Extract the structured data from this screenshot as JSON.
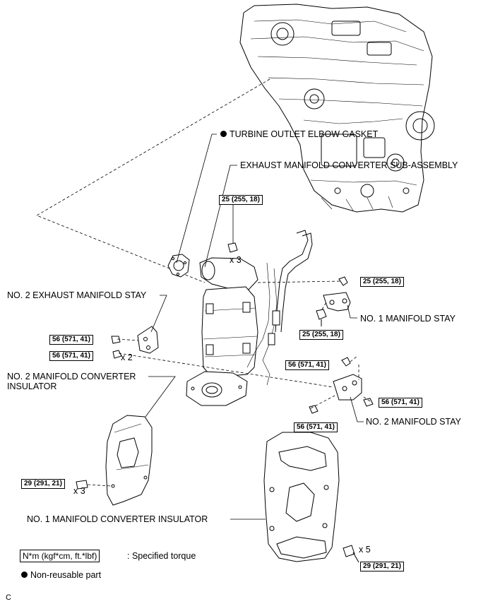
{
  "labels": {
    "turbine_gasket": "TURBINE OUTLET ELBOW GASKET",
    "exhaust_converter": "EXHAUST MANIFOLD CONVERTER SUB-ASSEMBLY",
    "no2_exhaust_stay": "NO. 2 EXHAUST MANIFOLD STAY",
    "no1_stay": "NO. 1 MANIFOLD STAY",
    "no2_insulator_line1": "NO. 2 MANIFOLD CONVERTER",
    "no2_insulator_line2": "INSULATOR",
    "no2_stay": "NO. 2 MANIFOLD STAY",
    "no1_insulator": "NO. 1 MANIFOLD CONVERTER INSULATOR"
  },
  "torques": {
    "t25_a": "25 (255, 18)",
    "t25_b": "25 (255, 18)",
    "t25_c": "25 (255, 18)",
    "t56_a": "56 (571, 41)",
    "t56_b": "56 (571, 41)",
    "t56_c": "56 (571, 41)",
    "t56_d": "56 (571, 41)",
    "t56_e": "56 (571, 41)",
    "t29_a": "29 (291, 21)",
    "t29_b": "29 (291, 21)"
  },
  "quantities": {
    "x3_a": "x 3",
    "x2": "x 2",
    "x3_b": "x 3",
    "x5": "x 5"
  },
  "legend": {
    "unit_box": "N*m (kgf*cm, ft.*lbf)",
    "unit_text": ": Specified torque",
    "nonreusable": "Non-reusable part"
  },
  "corner_mark": "C"
}
